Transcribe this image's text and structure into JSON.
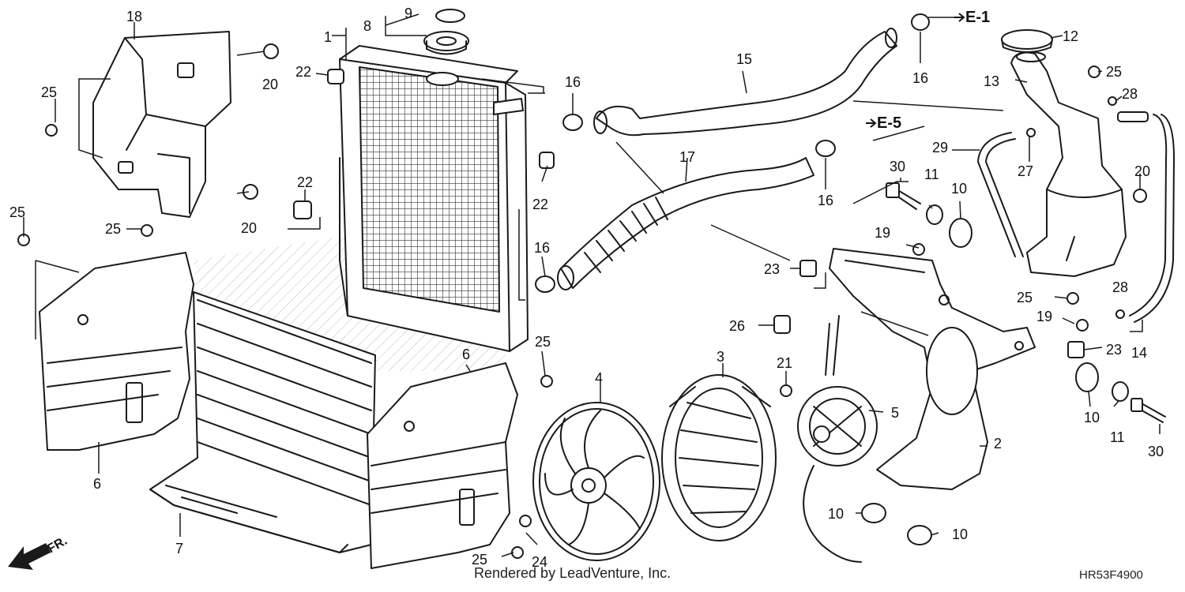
{
  "callouts": [
    "1",
    "2",
    "3",
    "4",
    "5",
    "6",
    "6",
    "7",
    "8",
    "9",
    "10",
    "10",
    "10",
    "10",
    "11",
    "11",
    "12",
    "13",
    "14",
    "15",
    "16",
    "16",
    "16",
    "16",
    "17",
    "18",
    "19",
    "19",
    "20",
    "20",
    "20",
    "21",
    "22",
    "22",
    "22",
    "23",
    "23",
    "24",
    "25",
    "25",
    "25",
    "25",
    "25",
    "25",
    "25",
    "26",
    "27",
    "28",
    "28",
    "29",
    "30",
    "30"
  ],
  "references": [
    "E-1",
    "E-5"
  ],
  "direction_label": "FR.",
  "footer": "Rendered by LeadVenture, Inc.",
  "diagram_code": "HR53F4900",
  "colors": {
    "line": "#1a1a1a",
    "background": "#ffffff",
    "hatch": "#bbbbbb"
  }
}
